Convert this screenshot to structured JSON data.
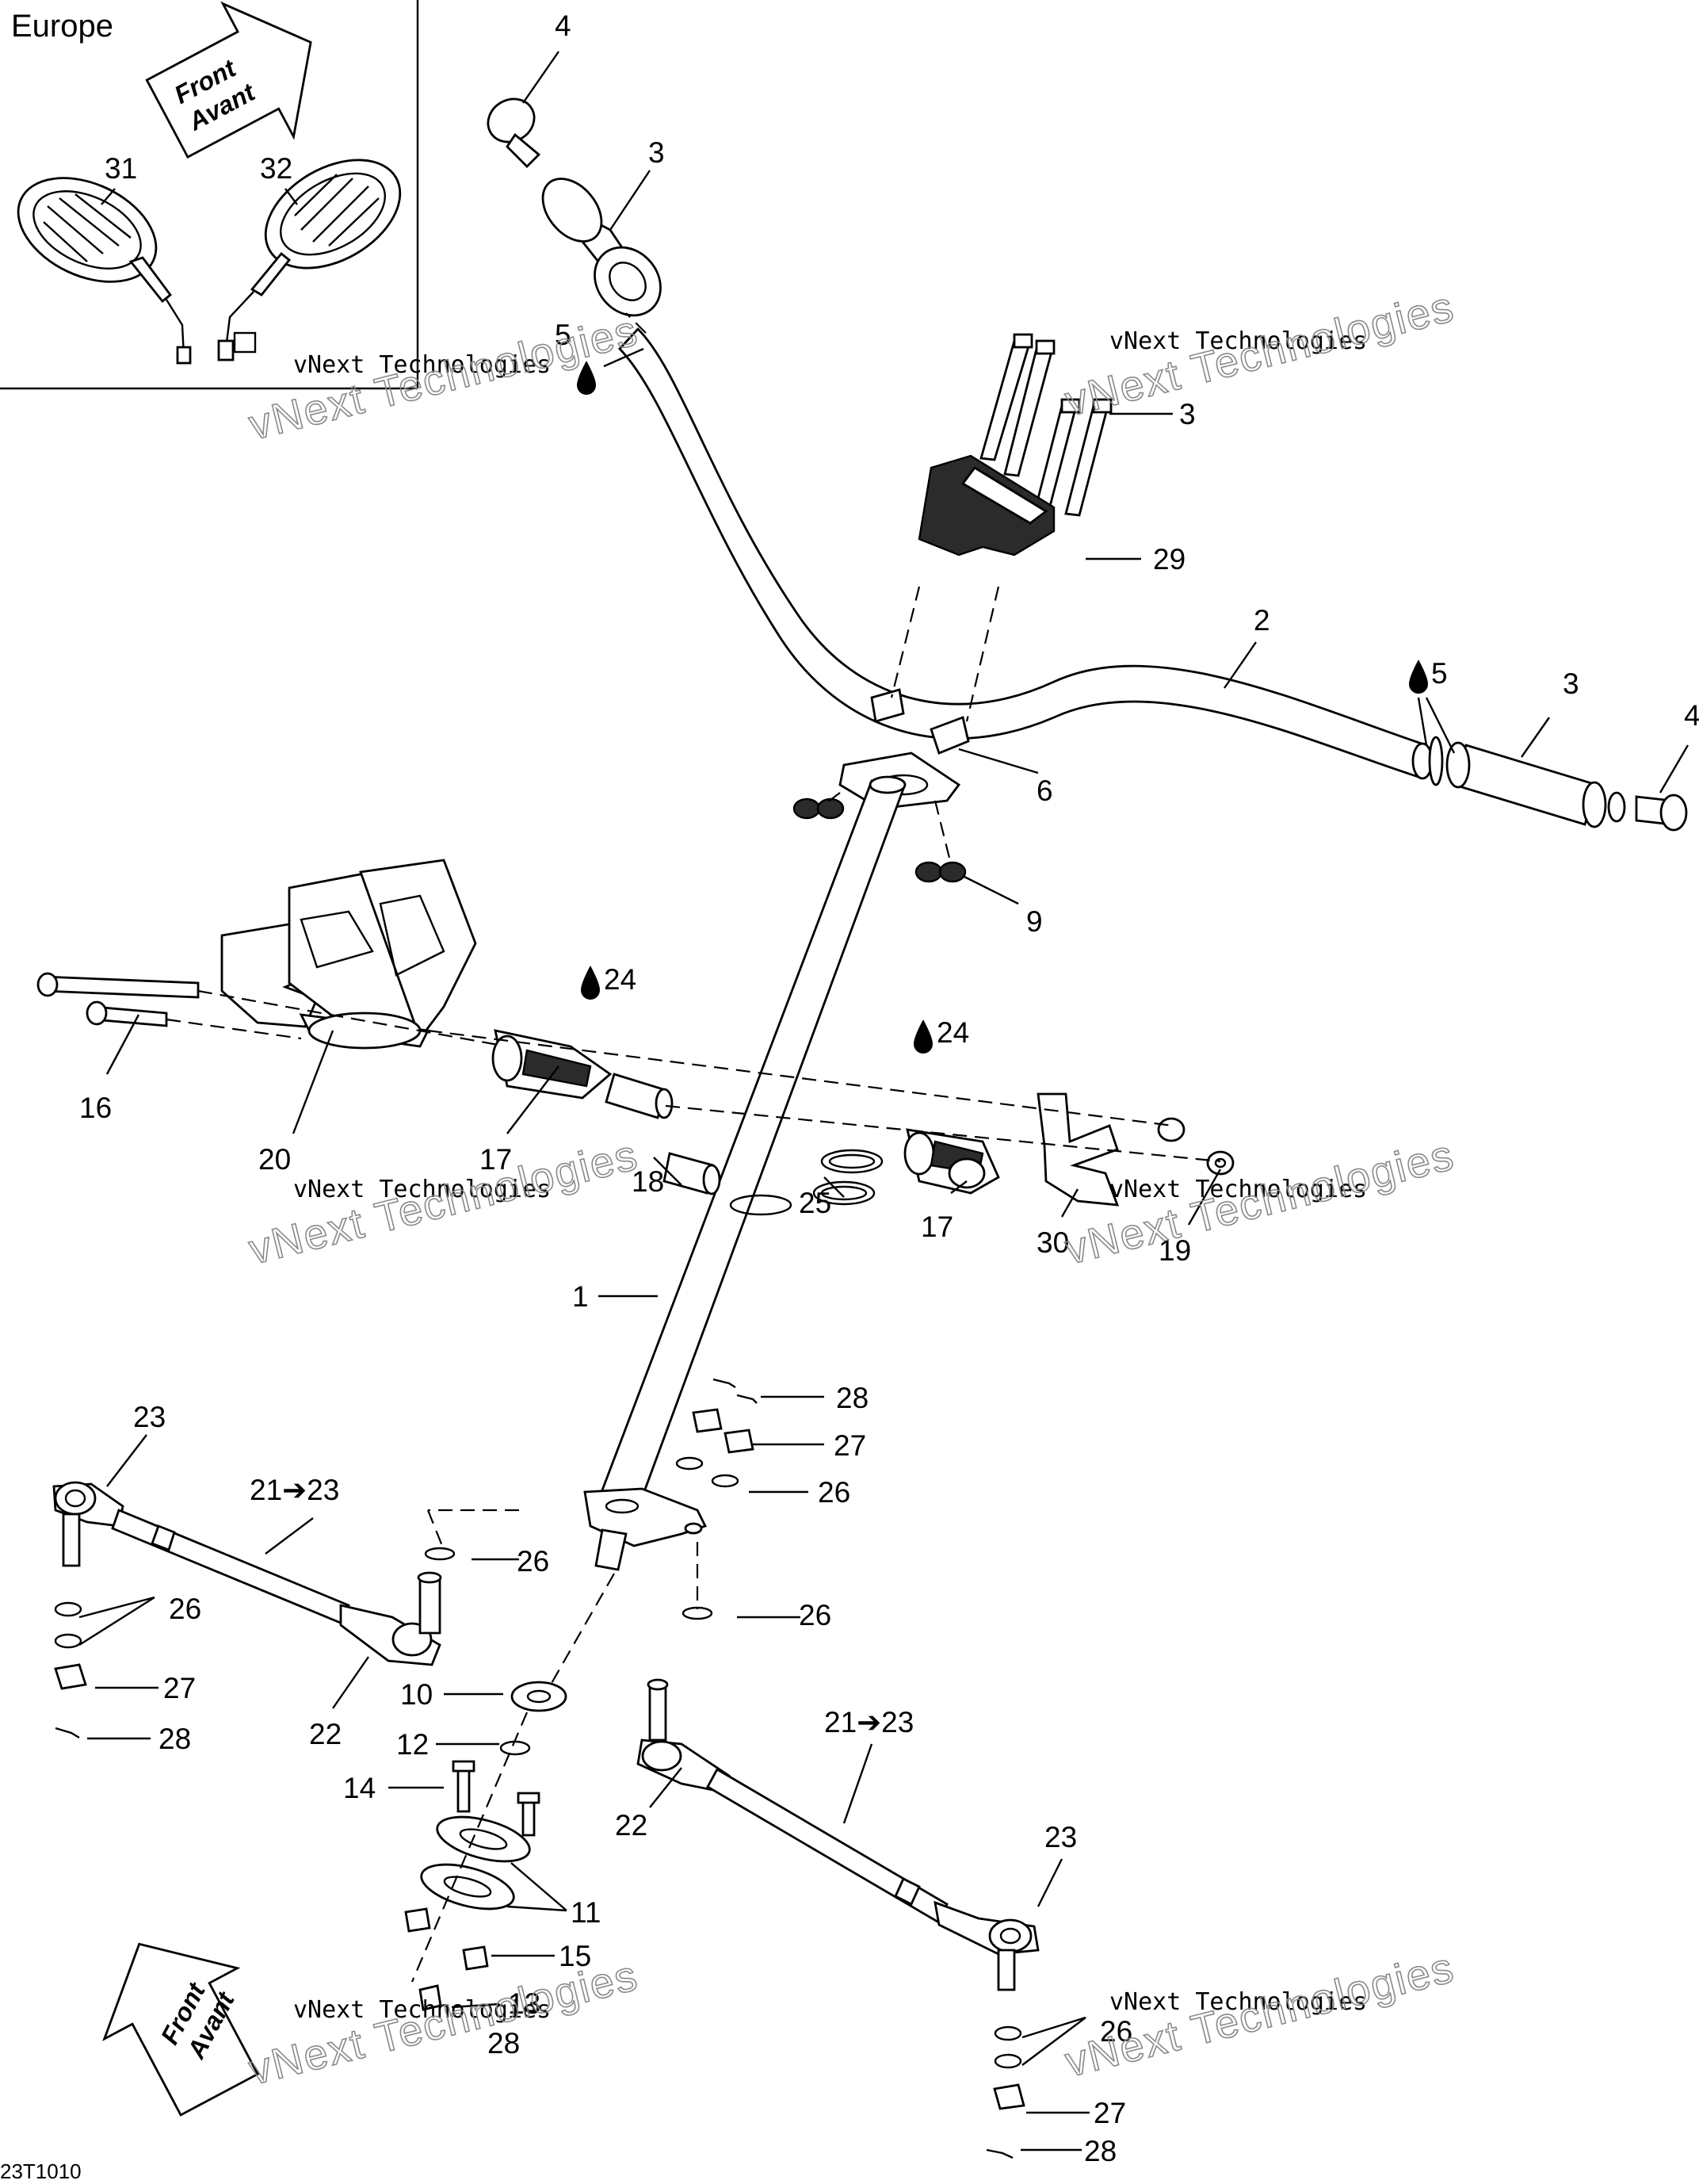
{
  "inset": {
    "region_label": "Europe"
  },
  "direction_arrows": [
    {
      "line1": "Front",
      "line2": "Avant"
    },
    {
      "line1": "Front",
      "line2": "Avant"
    }
  ],
  "callouts": [
    "31",
    "32",
    "4",
    "3",
    "5",
    "3",
    "29",
    "2",
    "5",
    "3",
    "4",
    "6",
    "9",
    "24",
    "24",
    "16",
    "20",
    "17",
    "18",
    "25",
    "17",
    "30",
    "19",
    "1",
    "28",
    "27",
    "26",
    "23",
    "21➔23",
    "26",
    "26",
    "26",
    "27",
    "28",
    "22",
    "10",
    "12",
    "14",
    "22",
    "21➔23",
    "23",
    "11",
    "15",
    "13",
    "28",
    "26",
    "27",
    "28"
  ],
  "watermark": {
    "small": "vNext Technologies",
    "big": "vNext Technologies",
    "big_line1": "vNext",
    "big_line2": "Technologies"
  },
  "figure_code": "23T1010"
}
